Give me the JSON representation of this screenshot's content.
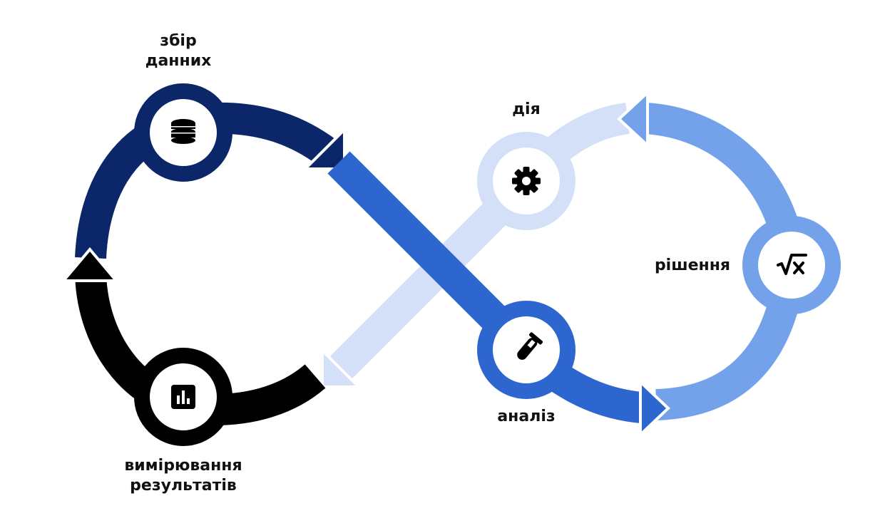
{
  "colors": {
    "navy": "#0c266a",
    "blue": "#2d66cf",
    "light_blue": "#d4dff8",
    "mid_blue": "#73a2ea",
    "black": "#000000",
    "white": "#ffffff"
  },
  "steps": {
    "collect": {
      "lines": [
        "збір",
        "данних"
      ],
      "icon": "database-icon"
    },
    "action": {
      "lines": [
        "дія"
      ],
      "icon": "gear-icon"
    },
    "decision": {
      "lines": [
        "рішення"
      ],
      "icon": "square-root-icon"
    },
    "analysis": {
      "lines": [
        "аналіз"
      ],
      "icon": "test-tube-icon"
    },
    "measure": {
      "lines": [
        "вимірювання",
        "результатів"
      ],
      "icon": "bar-chart-icon"
    }
  }
}
